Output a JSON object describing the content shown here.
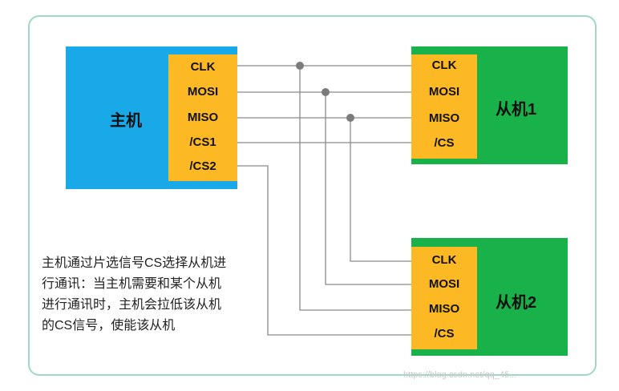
{
  "host": {
    "title": "主机",
    "pins": [
      "CLK",
      "MOSI",
      "MISO",
      "/CS1",
      "/CS2"
    ]
  },
  "slave1": {
    "title": "从机1",
    "pins": [
      "CLK",
      "MOSI",
      "MISO",
      "/CS"
    ]
  },
  "slave2": {
    "title": "从机2",
    "pins": [
      "CLK",
      "MOSI",
      "MISO",
      "/CS"
    ]
  },
  "note": {
    "lines": [
      "主机通过片选信号CS选择从机进",
      "行通讯：当主机需要和某个从机",
      "进行通讯时，主机会拉低该从机",
      "的CS信号，使能该从机"
    ]
  },
  "watermark": "https://blog.csdn.net/qq_45..."
}
